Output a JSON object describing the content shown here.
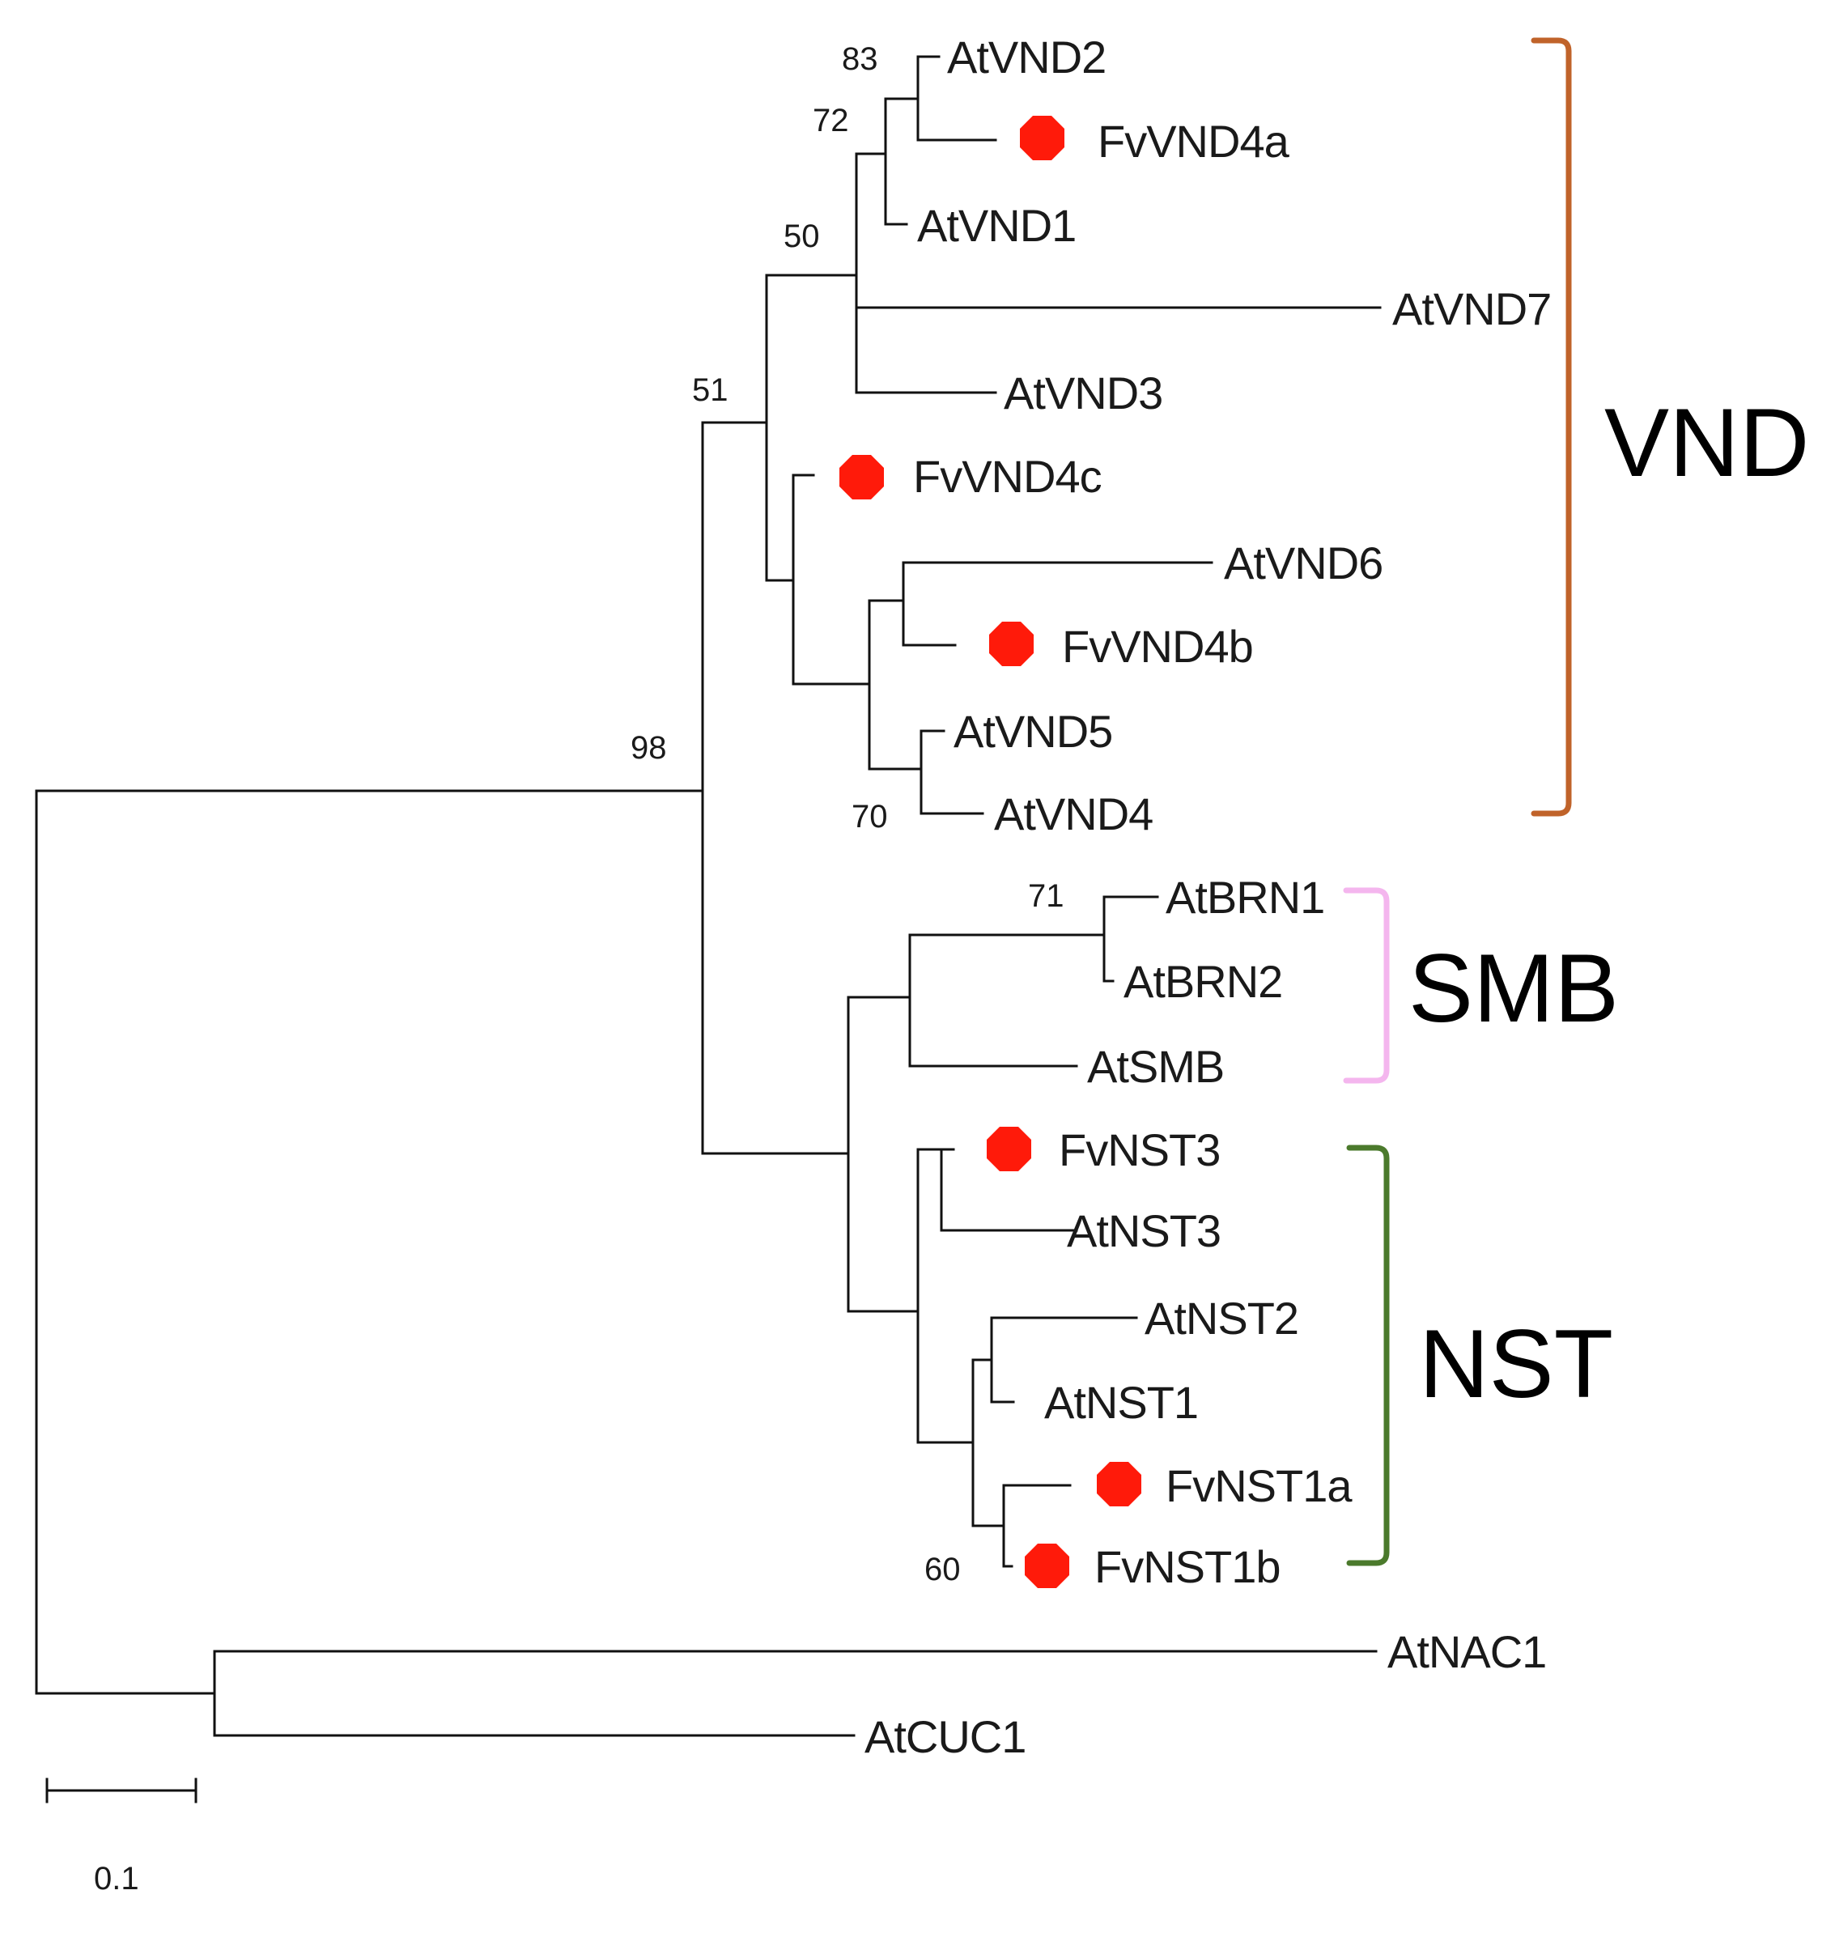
{
  "taxa": {
    "atvnd2": "AtVND2",
    "fvvnd4a": "FvVND4a",
    "atvnd1": "AtVND1",
    "atvnd7": "AtVND7",
    "atvnd3": "AtVND3",
    "fvvnd4c": "FvVND4c",
    "atvnd6": "AtVND6",
    "fvvnd4b": "FvVND4b",
    "atvnd5": "AtVND5",
    "atvnd4": "AtVND4",
    "atbrn1": "AtBRN1",
    "atbrn2": "AtBRN2",
    "atsmb": "AtSMB",
    "fvnst3": "FvNST3",
    "atnst3": "AtNST3",
    "atnst2": "AtNST2",
    "atnst1": "AtNST1",
    "fvnst1a": "FvNST1a",
    "fvnst1b": "FvNST1b",
    "atnac1": "AtNAC1",
    "atcuc1": "AtCUC1"
  },
  "support": {
    "s83": "83",
    "s72": "72",
    "s50": "50",
    "s51": "51",
    "s98": "98",
    "s70": "70",
    "s71": "71",
    "s60": "60"
  },
  "clades": {
    "vnd": {
      "label": "VND",
      "color": "#c0632a"
    },
    "smb": {
      "label": "SMB",
      "color": "#f4b6ee"
    },
    "nst": {
      "label": "NST",
      "color": "#4b7a2c"
    }
  },
  "marker_color": "#ff1a0a",
  "scale_bar": {
    "label": "0.1"
  }
}
